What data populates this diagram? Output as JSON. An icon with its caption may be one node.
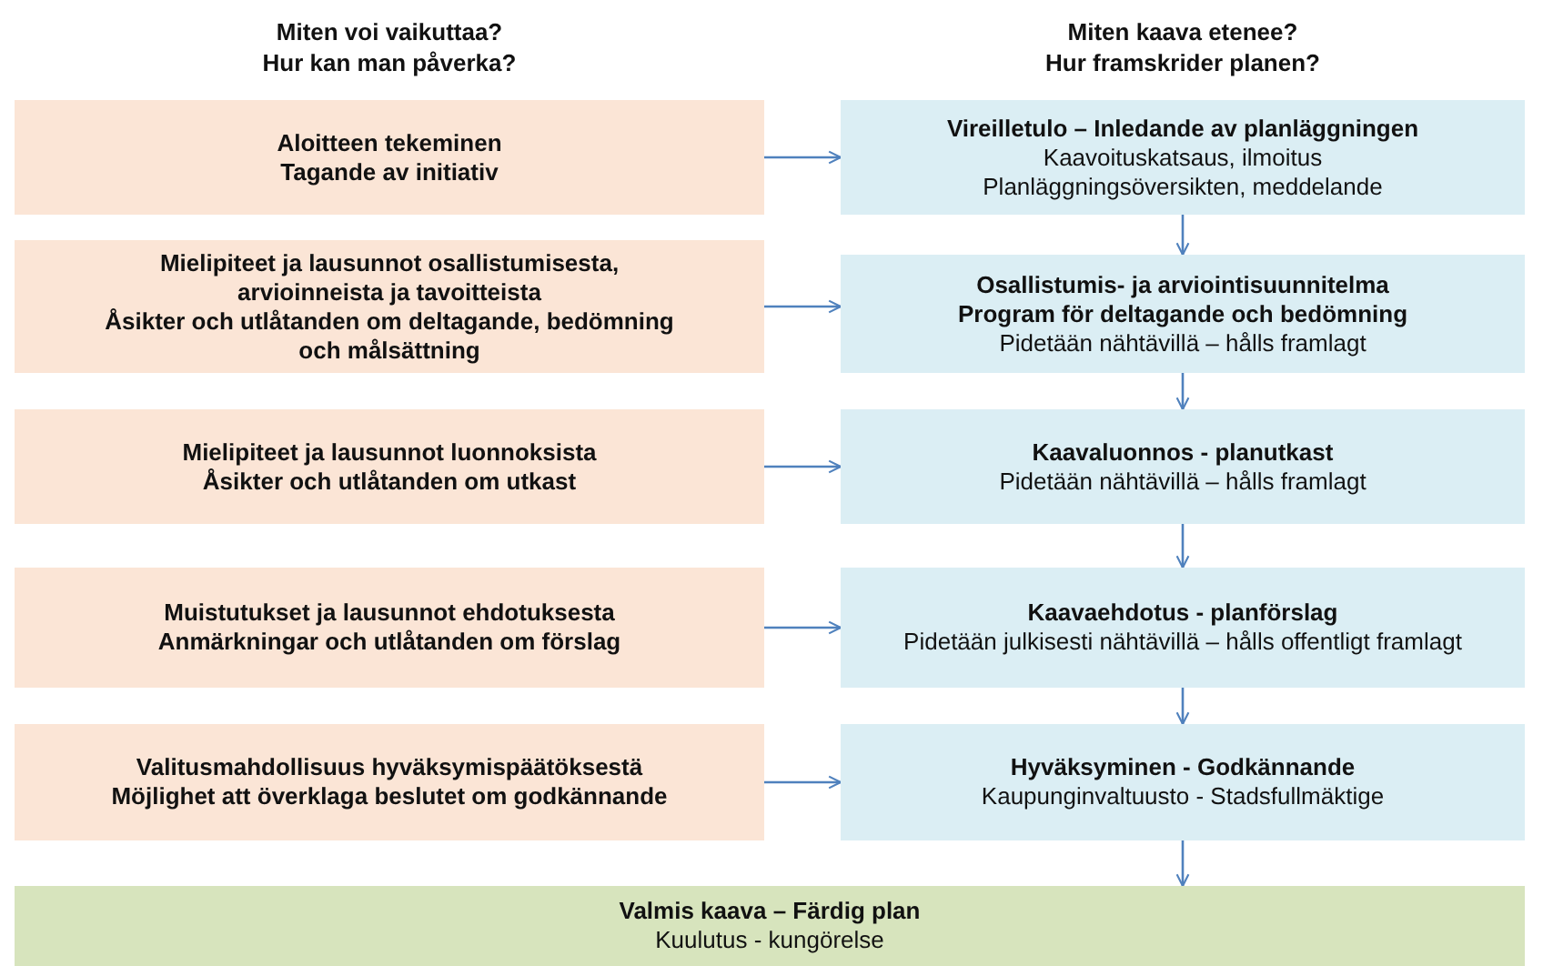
{
  "diagram": {
    "nodes": [
      {
        "text": [
          "Aloitteen tekeminen",
          "Tagande av initiativ"
        ]
      },
      {
        "text": [
          "Mielipiteet ja lausunnot osallistumisesta, arvioinneista ja tavoitteista",
          "Åsikter och utlåtanden om deltagande, bedömning och målsättning"
        ]
      },
      {
        "text": [
          "Mielipiteet ja lausunnot luonnoksista",
          "Åsikter och utlåtanden om utkast"
        ]
      },
      {
        "text": [
          "Muistutukset ja lausunnot ehdotuksesta",
          "Anmärkningar och utlåtanden om förslag"
        ]
      },
      {
        "text": [
          "Valitusmahdollisuus hyväksymispäätöksestä",
          "Möjlighet att överklaga beslutet om godkännande"
        ]
      },
      {
        "text": [
          "Vireilletulo – Inledande av planläggningen",
          "Kaavoituskatsaus, ilmoitus",
          "Planläggningsöversikten, meddelande"
        ]
      },
      {
        "text": [
          "Osallistumis- ja arviointisuunnitelma",
          "Program för deltagande och bedömning",
          "Pidetään nähtävillä – hålls framlagt"
        ]
      },
      {
        "text": [
          "Kaavaluonnos - planutkast",
          "Pidetään nähtävillä – hålls framlagt"
        ]
      },
      {
        "text": [
          "Kaavaehdotus - planförslag",
          "Pidetään julkisesti nähtävillä – hålls offentligt framlagt"
        ]
      },
      {
        "text": [
          "Hyväksyminen - Godkännande",
          "Kaupunginvaltuusto - Stadsfullmäktige"
        ]
      },
      {
        "text": [
          "Valmis kaava – Färdig plan",
          "Kuulutus - kungörelse"
        ]
      }
    ],
    "edges": [
      {
        "from": 0,
        "to": 5,
        "arrow": "to"
      },
      {
        "from": 1,
        "to": 6,
        "arrow": "to"
      },
      {
        "from": 2,
        "to": 7,
        "arrow": "to"
      },
      {
        "from": 3,
        "to": 8,
        "arrow": "to"
      },
      {
        "from": 4,
        "to": 9,
        "arrow": "to"
      },
      {
        "from": 5,
        "to": 6,
        "arrow": "to"
      },
      {
        "from": 6,
        "to": 7,
        "arrow": "to"
      },
      {
        "from": 7,
        "to": 8,
        "arrow": "to"
      },
      {
        "from": 8,
        "to": 9,
        "arrow": "to"
      },
      {
        "from": 9,
        "to": 10,
        "arrow": "to"
      }
    ],
    "labels": [
      "Miten voi vaikuttaa?",
      "Hur kan man påverka?",
      "Miten kaava etenee?",
      "Hur framskrider planen?"
    ]
  }
}
